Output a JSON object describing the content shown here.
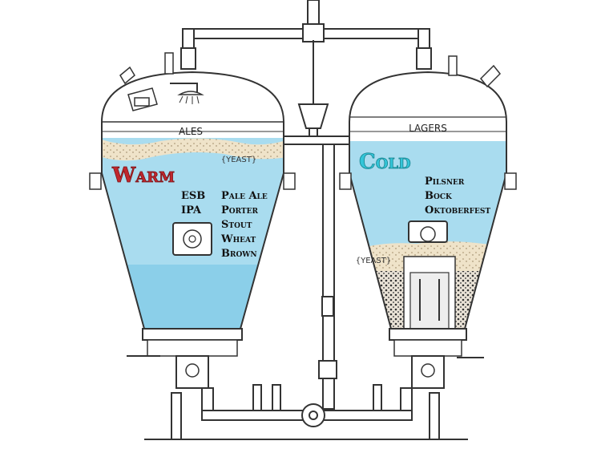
{
  "ale_tank": {
    "header": "ALES",
    "yeast_label": "{YEAST}",
    "temperature": "Warm",
    "styles_col1": [
      "ESB",
      "IPA"
    ],
    "styles_col2": [
      "Pale Ale",
      "Porter",
      "Stout",
      "Wheat",
      "Brown"
    ]
  },
  "lager_tank": {
    "header": "LAGERS",
    "yeast_label": "{YEAST}",
    "temperature": "Cold",
    "styles": [
      "Pilsner",
      "Bock",
      "Oktoberfest"
    ]
  },
  "colors": {
    "liquid": "#a9dcef",
    "liquid_dark": "#7cc6e6",
    "yeast": "#efe3c9",
    "warm": "#c0272d",
    "cold": "#33c5d8",
    "line": "#333333"
  }
}
